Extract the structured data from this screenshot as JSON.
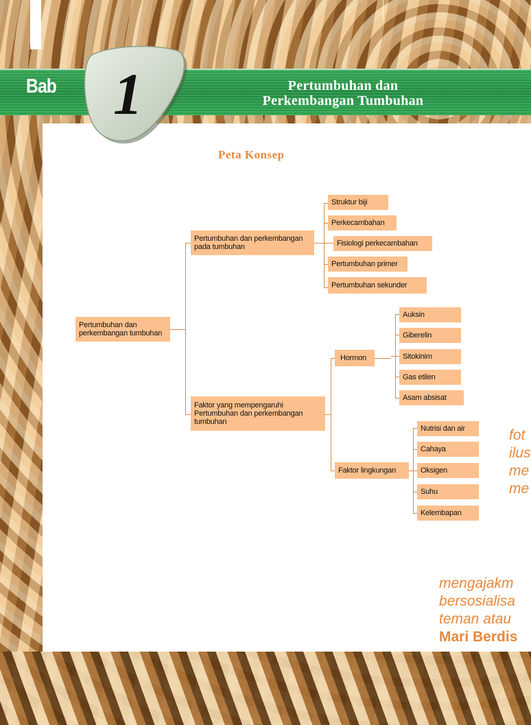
{
  "chapter": {
    "bab_label": "Bab",
    "number": "1",
    "title_line1": "Pertumbuhan dan",
    "title_line2": "Perkembangan Tumbuhan"
  },
  "concept_map_heading": "Peta Konsep",
  "concept_map": {
    "root": "Pertumbuhan dan perkembangan tumbuhan",
    "branch1": {
      "label": "Pertumbuhan dan perkembangan pada tumbuhan",
      "children": [
        "Struktur biji",
        "Perkecambahan",
        "Fisiologi perkecambahan",
        "Pertumbuhan primer",
        "Pertumbuhan sekunder"
      ]
    },
    "branch2": {
      "label": "Faktor yang mempengaruhi Pertumbuhan dan perkembangan tumbuhan",
      "hormon": {
        "label": "Hormon",
        "children": [
          "Auksin",
          "Giberelin",
          "Sitokinim",
          "Gas etilen",
          "Asam absisat"
        ]
      },
      "lingkungan": {
        "label": "Faktor lingkungan",
        "children": [
          "Nutrisi dan air",
          "Cahaya",
          "Oksigen",
          "Suhu",
          "Kelembapan"
        ]
      }
    }
  },
  "side_text": {
    "block1": [
      "fot",
      "ilus",
      "me",
      "me"
    ],
    "block2": [
      "mengajakm",
      "bersosialisa",
      "teman atau"
    ],
    "block2_bold": "Mari Berdis"
  },
  "colors": {
    "accent": "#e8883a",
    "box": "#fbc08d",
    "green": "#1f8a3f"
  }
}
